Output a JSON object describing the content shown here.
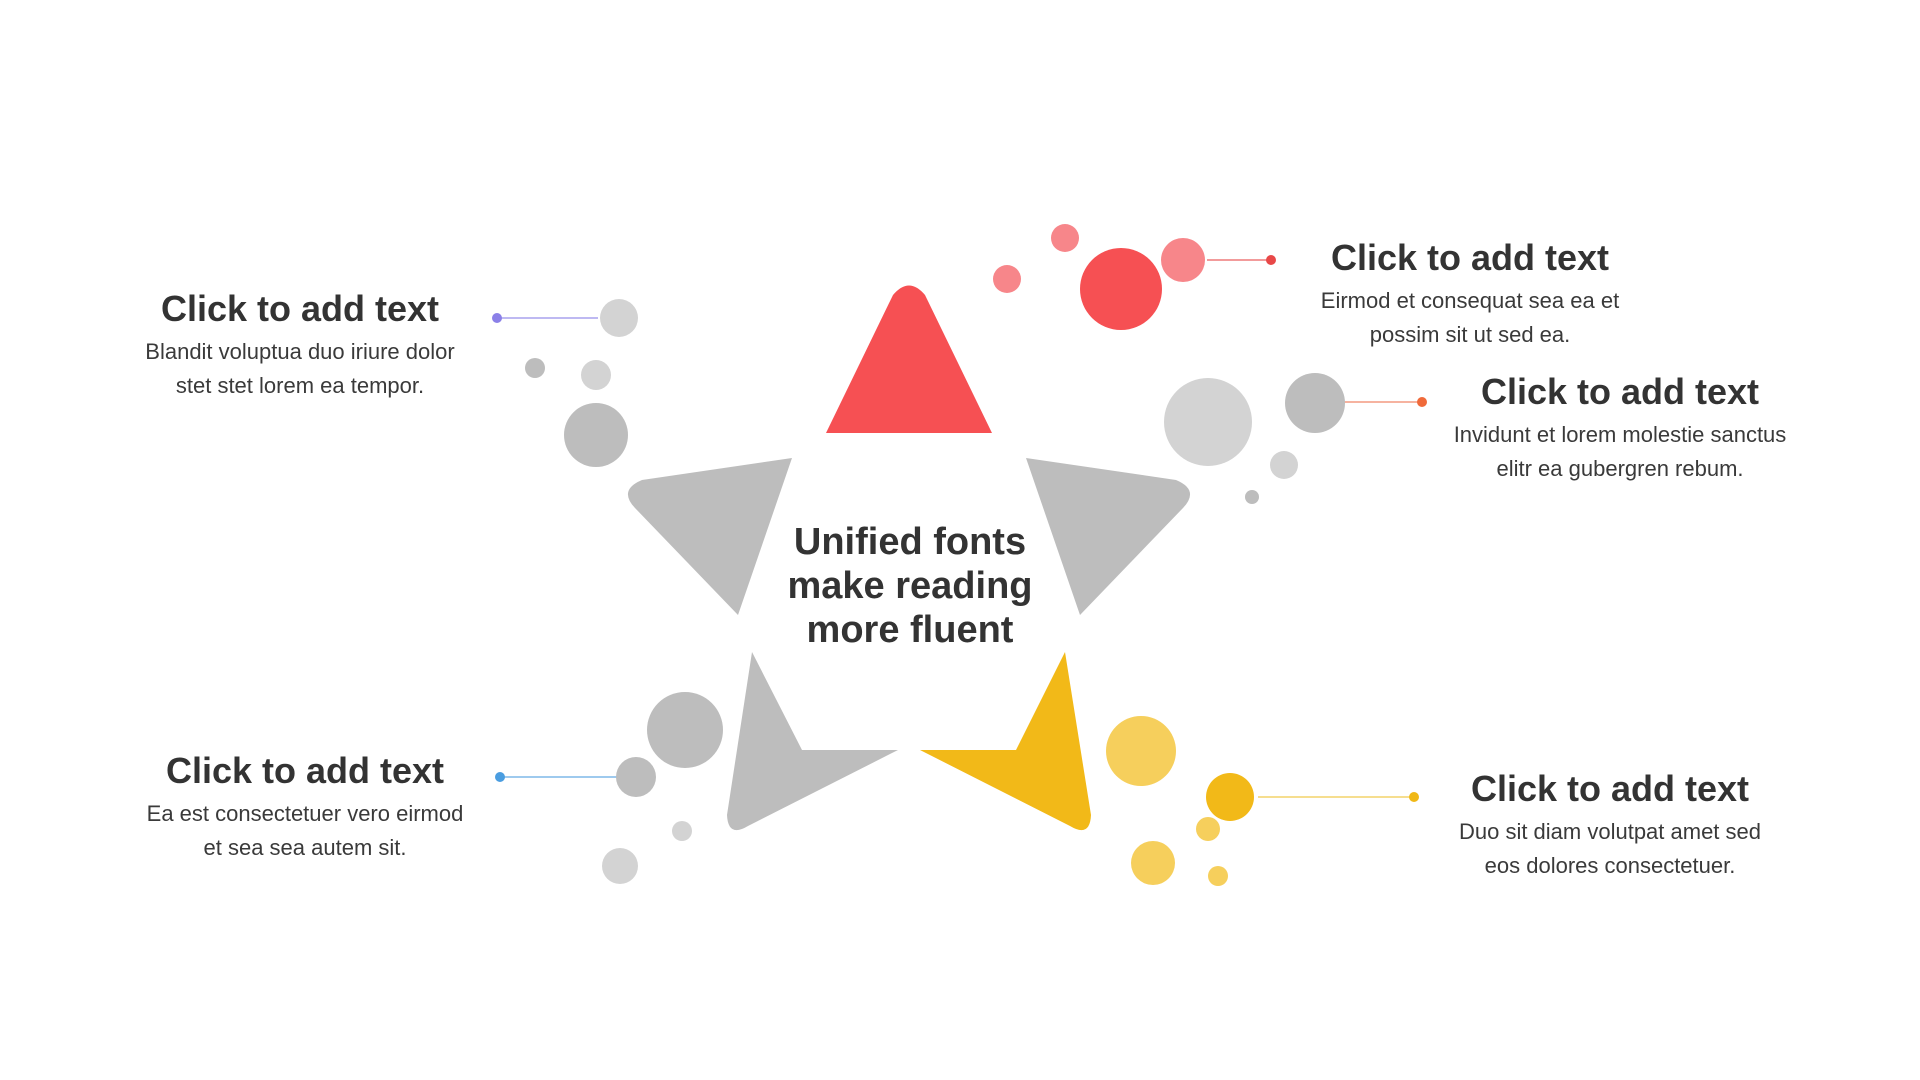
{
  "center": {
    "title_lines": [
      "Unified fonts",
      "make reading",
      "more fluent"
    ]
  },
  "callouts": {
    "left_top": {
      "title": "Click to add text",
      "body": [
        "Blandit voluptua duo iriure dolor",
        "stet stet lorem ea tempor."
      ],
      "dot_color": "#8b80e8"
    },
    "left_bottom": {
      "title": "Click to add text",
      "body": [
        "Ea est consectetuer vero eirmod",
        "et sea sea autem sit."
      ],
      "dot_color": "#4a9de0"
    },
    "right_top": {
      "title": "Click to add text",
      "body": [
        "Eirmod et consequat sea ea et",
        "possim sit ut sed ea."
      ],
      "dot_color": "#e84848"
    },
    "right_middle": {
      "title": "Click to add text",
      "body": [
        "Invidunt et lorem molestie sanctus",
        "elitr ea gubergren rebum."
      ],
      "dot_color": "#f06a3a"
    },
    "right_bottom": {
      "title": "Click to add text",
      "body": [
        "Duo sit diam volutpat amet sed",
        "eos dolores consectetuer."
      ],
      "dot_color": "#f0b816"
    }
  },
  "colors": {
    "red": "#f65053",
    "red_light": "#f7868a",
    "yellow": "#f2b918",
    "yellow_light": "#f6cf5c",
    "gray": "#bdbdbd",
    "gray_light": "#d3d3d3"
  }
}
